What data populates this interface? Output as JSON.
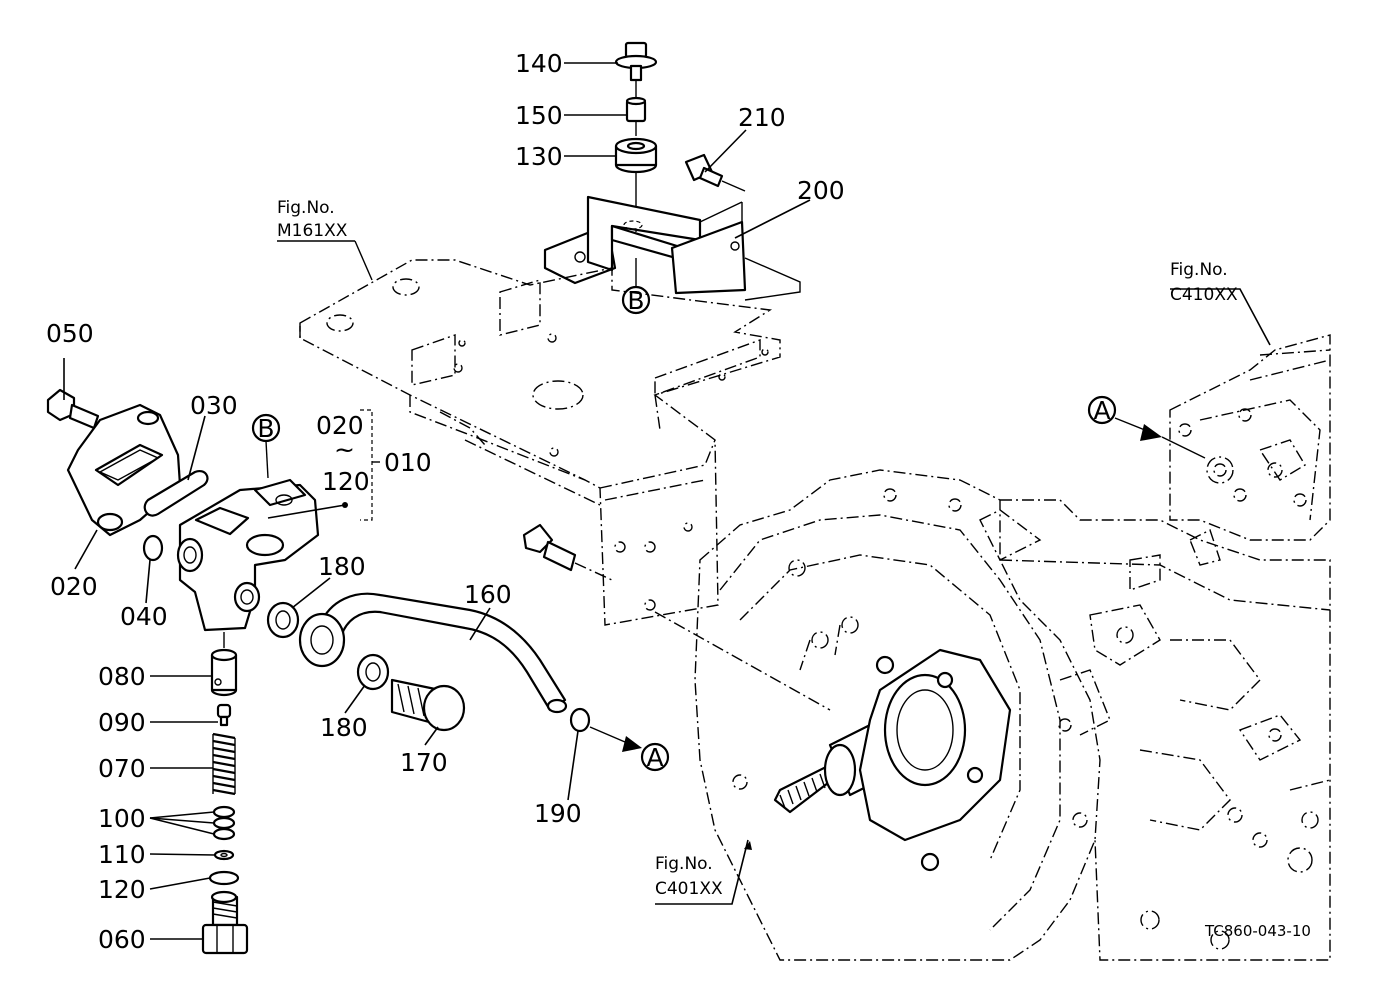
{
  "title": "",
  "drawing_code": "TC860-043-10",
  "fig_refs": [
    {
      "label": "Fig.No.",
      "code": "M161XX"
    },
    {
      "label": "Fig.No.",
      "code": "C410XX"
    },
    {
      "label": "Fig.No.",
      "code": "C401XX"
    }
  ],
  "markers": {
    "a": "A",
    "b": "B"
  },
  "range": {
    "from": "020",
    "tilde": "~",
    "to": "120",
    "assy": "010"
  },
  "parts": {
    "p140": "140",
    "p150": "150",
    "p130": "130",
    "p210": "210",
    "p200": "200",
    "p050": "050",
    "p030": "030",
    "p020": "020",
    "p040": "040",
    "p180a": "180",
    "p160": "160",
    "p180b": "180",
    "p170": "170",
    "p190": "190",
    "p080": "080",
    "p090": "090",
    "p070": "070",
    "p100": "100",
    "p110": "110",
    "p120": "120",
    "p060": "060"
  },
  "colors": {
    "line": "#000000",
    "background": "#ffffff"
  }
}
